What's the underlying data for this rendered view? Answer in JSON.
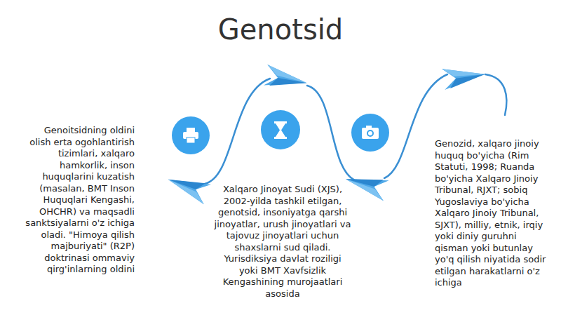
{
  "diagram": {
    "title": "Genotsid",
    "labels": [
      "Genoitsidning oldini olish erta ogohlantirish tizimlari, xalqaro hamkorlik, inson huquqlarini kuzatish (masalan, BMT Inson Huquqlari Kengashi, OHCHR) va maqsadli sanktsiyalarni o'z ichiga oladi.  \"Himoya qilish majburiyati\" (R2P) doktrinasi ommaviy qirg'inlarning oldini",
      "Xalqaro Jinoyat Sudi (XJS), 2002-yilda tashkil etilgan, genotsid, insoniyatga qarshi jinoyatlar, urush jinoyatlari va tajovuz jinoyatlari uchun shaxslarni sud qiladi.  Yurisdiksiya davlat roziligi yoki BMT Xavfsizlik Kengashining murojaatlari asosida",
      "Genozid, xalqaro jinoiy huquq bo'yicha (Rim Statuti, 1998; Ruanda bo'yicha Xalqaro Jinoiy Tribunal, RJXT; sobiq Yugoslaviya bo'yicha Xalqaro Jinoiy Tribunal, SJXT), milliy, etnik, irqiy yoki diniy guruhni qisman yoki butunlay yo'q qilish niyatida sodir etilgan harakatlarni o'z ichiga"
    ]
  }
}
